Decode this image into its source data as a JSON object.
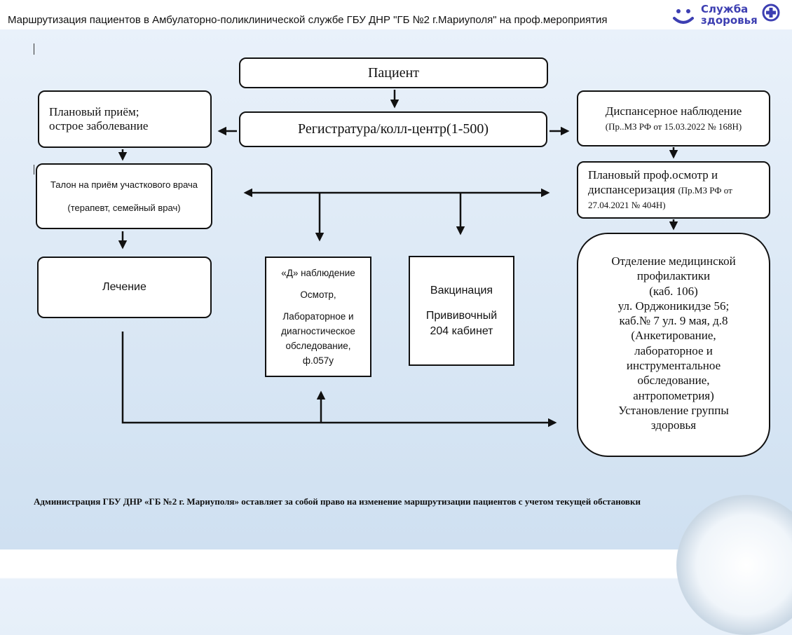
{
  "header": {
    "title": "Маршрутизация пациентов в Амбулаторно-поликлинической службе ГБУ ДНР \"ГБ №2 г.Мариуполя\" на проф.мероприятия",
    "logo_line1": "Служба",
    "logo_line2": "здоровья"
  },
  "boxes": {
    "patient": "Пациент",
    "registry": "Регистратура/колл-центр(1-500)",
    "planned": {
      "line1": "Плановый приём;",
      "line2": "острое заболевание"
    },
    "dispensary": {
      "line1": "Диспансерное наблюдение",
      "line2": "(Пр..МЗ РФ от 15.03.2022 № 168Н)"
    },
    "talon": {
      "line1": "Талон на приём участкового врача",
      "line2": "(терапевт, семейный врач)"
    },
    "prof_exam": {
      "line1": "Плановый проф.осмотр и",
      "line2a": "диспансеризация ",
      "line2b": "(Пр.МЗ РФ от",
      "line3": "27.04.2021  № 404Н)"
    },
    "treatment": "Лечение",
    "d_observation": {
      "line1": "«Д» наблюдение",
      "line2": "Осмотр,",
      "line3": "Лабораторное и",
      "line4": "диагностическое",
      "line5": "обследование,",
      "line6": "ф.057у"
    },
    "vaccination": {
      "line1": "Вакцинация",
      "line2": "Прививочный",
      "line3": "204 кабинет"
    },
    "prevention_dept": [
      "Отделение медицинской",
      "профилактики",
      "(каб. 106)",
      "ул. Орджоникидзе 56;",
      "каб.№ 7 ул. 9 мая, д.8",
      "(Анкетирование,",
      "лабораторное и",
      "инструментальное",
      "обследование,",
      "антропометрия)",
      "Установление группы",
      "здоровья"
    ]
  },
  "footer": "Администрация ГБУ ДНР «ГБ №2 г. Мариуполя» оставляет за собой право на изменение маршрутизации пациентов с учетом текущей обстановки",
  "colors": {
    "logo": "#3d3fb2",
    "line": "#111111",
    "background": "#dbe8f5"
  }
}
